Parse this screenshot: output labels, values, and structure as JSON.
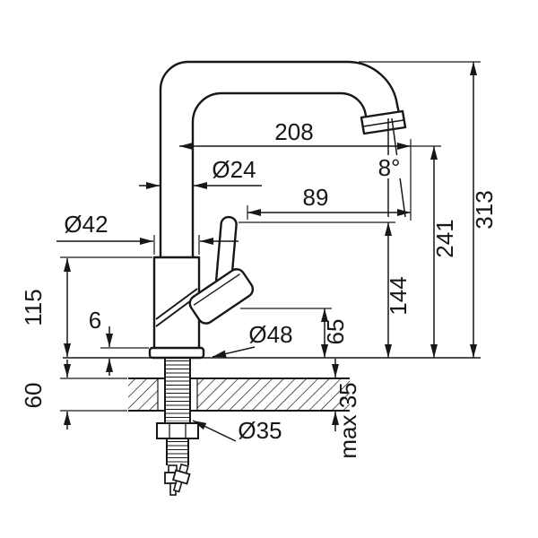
{
  "colors": {
    "background": "#ffffff",
    "line": "#171717"
  },
  "dimensions": {
    "spout_reach": "208",
    "spout_diameter": "Ø24",
    "handle_reach": "89",
    "spout_angle": "8°",
    "total_height": "313",
    "spout_height": "241",
    "handle_height": "144",
    "body_diameter": "Ø42",
    "body_height": "115",
    "base_plate_height": "6",
    "base_diameter": "Ø48",
    "body_clearance": "65",
    "under_counter_length": "60",
    "shank_diameter": "Ø35",
    "max_counter_thickness": "max 35"
  }
}
